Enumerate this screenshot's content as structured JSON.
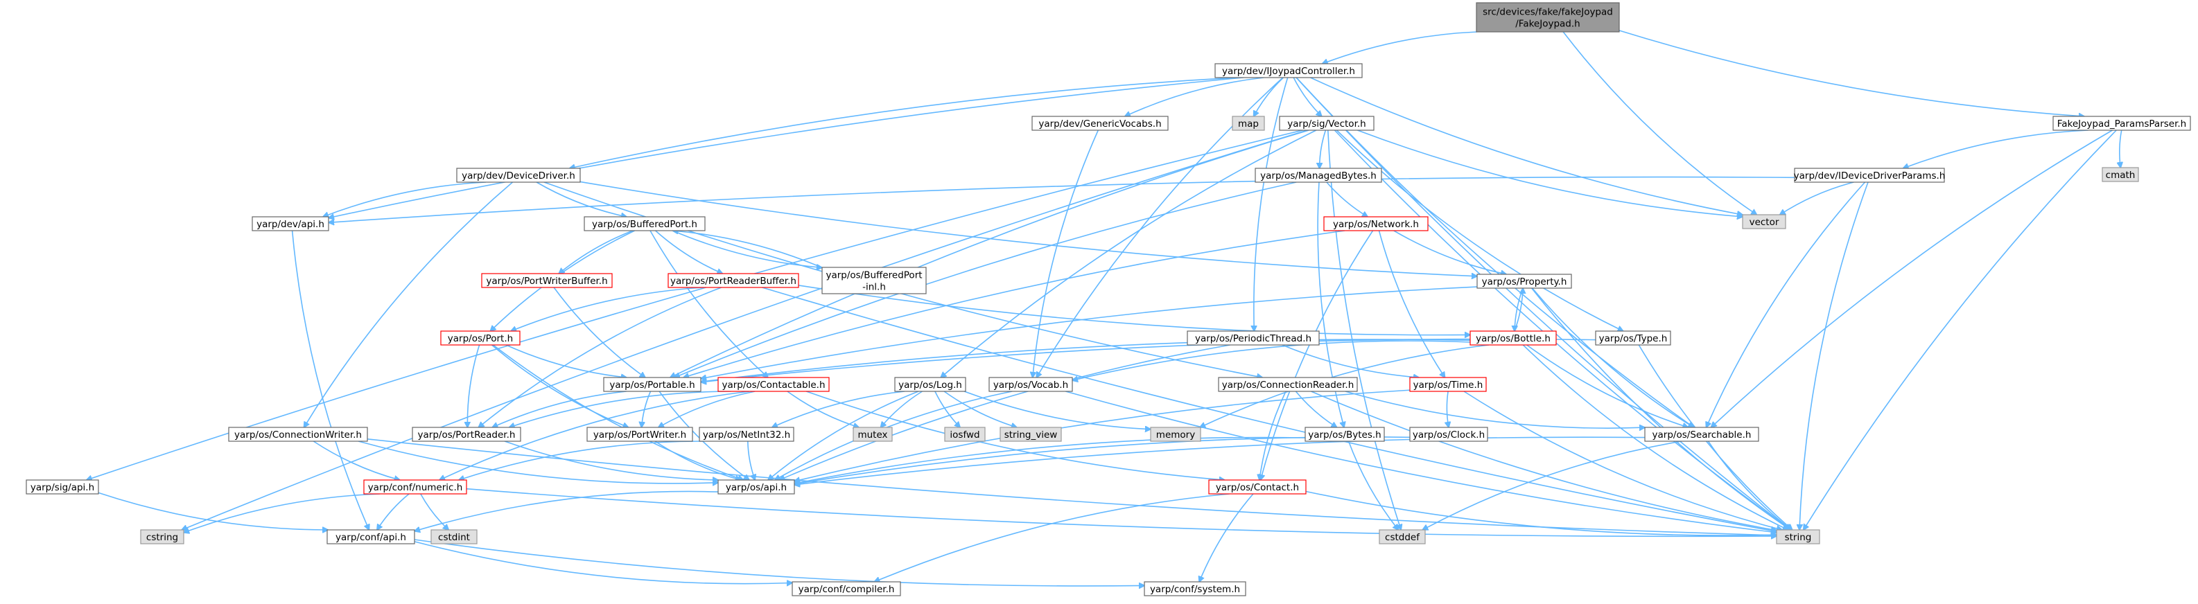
{
  "colors": {
    "edge": "#63b8ff",
    "root_fill": "#999999",
    "root_border": "#666666",
    "normal_border": "#666666",
    "truncated_border": "#ff0000",
    "system_fill": "#e0e0e0",
    "system_border": "#999999",
    "normal_fill": "#ffffff"
  },
  "nodes": [
    {
      "id": "root",
      "lines": [
        "src/devices/fake/fakeJoypad",
        "/FakeJoypad.h"
      ],
      "kind": "root"
    },
    {
      "id": "ijoypad",
      "lines": [
        "yarp/dev/IJoypadController.h"
      ],
      "kind": "normal"
    },
    {
      "id": "params",
      "lines": [
        "FakeJoypad_ParamsParser.h"
      ],
      "kind": "normal"
    },
    {
      "id": "map",
      "lines": [
        "map"
      ],
      "kind": "system"
    },
    {
      "id": "genvocabs",
      "lines": [
        "yarp/dev/GenericVocabs.h"
      ],
      "kind": "normal"
    },
    {
      "id": "sigvector",
      "lines": [
        "yarp/sig/Vector.h"
      ],
      "kind": "normal"
    },
    {
      "id": "cmath",
      "lines": [
        "cmath"
      ],
      "kind": "system"
    },
    {
      "id": "devicedriver",
      "lines": [
        "yarp/dev/DeviceDriver.h"
      ],
      "kind": "normal"
    },
    {
      "id": "managedbytes",
      "lines": [
        "yarp/os/ManagedBytes.h"
      ],
      "kind": "normal"
    },
    {
      "id": "idriverparams",
      "lines": [
        "yarp/dev/IDeviceDriverParams.h"
      ],
      "kind": "normal"
    },
    {
      "id": "vector",
      "lines": [
        "vector"
      ],
      "kind": "system"
    },
    {
      "id": "devapi",
      "lines": [
        "yarp/dev/api.h"
      ],
      "kind": "normal"
    },
    {
      "id": "bufferedport",
      "lines": [
        "yarp/os/BufferedPort.h"
      ],
      "kind": "normal"
    },
    {
      "id": "network",
      "lines": [
        "yarp/os/Network.h"
      ],
      "kind": "truncated"
    },
    {
      "id": "portwriterbuffer",
      "lines": [
        "yarp/os/PortWriterBuffer.h"
      ],
      "kind": "truncated"
    },
    {
      "id": "portreaderbuffer",
      "lines": [
        "yarp/os/PortReaderBuffer.h"
      ],
      "kind": "truncated"
    },
    {
      "id": "bufferedportinl",
      "lines": [
        "yarp/os/BufferedPort",
        "-inl.h"
      ],
      "kind": "normal"
    },
    {
      "id": "property",
      "lines": [
        "yarp/os/Property.h"
      ],
      "kind": "normal"
    },
    {
      "id": "port",
      "lines": [
        "yarp/os/Port.h"
      ],
      "kind": "truncated"
    },
    {
      "id": "periodicthread",
      "lines": [
        "yarp/os/PeriodicThread.h"
      ],
      "kind": "normal"
    },
    {
      "id": "bottle",
      "lines": [
        "yarp/os/Bottle.h"
      ],
      "kind": "truncated"
    },
    {
      "id": "type",
      "lines": [
        "yarp/os/Type.h"
      ],
      "kind": "normal"
    },
    {
      "id": "portable",
      "lines": [
        "yarp/os/Portable.h"
      ],
      "kind": "normal"
    },
    {
      "id": "contactable",
      "lines": [
        "yarp/os/Contactable.h"
      ],
      "kind": "truncated"
    },
    {
      "id": "log",
      "lines": [
        "yarp/os/Log.h"
      ],
      "kind": "normal"
    },
    {
      "id": "vocab",
      "lines": [
        "yarp/os/Vocab.h"
      ],
      "kind": "normal"
    },
    {
      "id": "time",
      "lines": [
        "yarp/os/Time.h"
      ],
      "kind": "truncated"
    },
    {
      "id": "connectionreader",
      "lines": [
        "yarp/os/ConnectionReader.h"
      ],
      "kind": "normal"
    },
    {
      "id": "mutex",
      "lines": [
        "mutex"
      ],
      "kind": "system"
    },
    {
      "id": "iosfwd",
      "lines": [
        "iosfwd"
      ],
      "kind": "system"
    },
    {
      "id": "stringview",
      "lines": [
        "string_view"
      ],
      "kind": "system"
    },
    {
      "id": "memory",
      "lines": [
        "memory"
      ],
      "kind": "system"
    },
    {
      "id": "connectionwriter",
      "lines": [
        "yarp/os/ConnectionWriter.h"
      ],
      "kind": "normal"
    },
    {
      "id": "portreader",
      "lines": [
        "yarp/os/PortReader.h"
      ],
      "kind": "normal"
    },
    {
      "id": "portwriter",
      "lines": [
        "yarp/os/PortWriter.h"
      ],
      "kind": "normal"
    },
    {
      "id": "netint32",
      "lines": [
        "yarp/os/NetInt32.h"
      ],
      "kind": "normal"
    },
    {
      "id": "bytes",
      "lines": [
        "yarp/os/Bytes.h"
      ],
      "kind": "normal"
    },
    {
      "id": "clock",
      "lines": [
        "yarp/os/Clock.h"
      ],
      "kind": "normal"
    },
    {
      "id": "searchable",
      "lines": [
        "yarp/os/Searchable.h"
      ],
      "kind": "normal"
    },
    {
      "id": "sigapi",
      "lines": [
        "yarp/sig/api.h"
      ],
      "kind": "normal"
    },
    {
      "id": "numeric",
      "lines": [
        "yarp/conf/numeric.h"
      ],
      "kind": "truncated"
    },
    {
      "id": "osapi",
      "lines": [
        "yarp/os/api.h"
      ],
      "kind": "normal"
    },
    {
      "id": "contact",
      "lines": [
        "yarp/os/Contact.h"
      ],
      "kind": "truncated"
    },
    {
      "id": "cstring",
      "lines": [
        "cstring"
      ],
      "kind": "system"
    },
    {
      "id": "cstdint",
      "lines": [
        "cstdint"
      ],
      "kind": "system"
    },
    {
      "id": "confapi",
      "lines": [
        "yarp/conf/api.h"
      ],
      "kind": "normal"
    },
    {
      "id": "cstddef",
      "lines": [
        "cstddef"
      ],
      "kind": "system"
    },
    {
      "id": "string",
      "lines": [
        "string"
      ],
      "kind": "system"
    },
    {
      "id": "compiler",
      "lines": [
        "yarp/conf/compiler.h"
      ],
      "kind": "normal"
    },
    {
      "id": "system",
      "lines": [
        "yarp/conf/system.h"
      ],
      "kind": "normal"
    }
  ],
  "edges": [
    [
      "root",
      "ijoypad"
    ],
    [
      "root",
      "params"
    ],
    [
      "root",
      "vector"
    ],
    [
      "ijoypad",
      "map"
    ],
    [
      "ijoypad",
      "genvocabs"
    ],
    [
      "ijoypad",
      "sigvector"
    ],
    [
      "ijoypad",
      "devicedriver"
    ],
    [
      "ijoypad",
      "devapi"
    ],
    [
      "ijoypad",
      "vocab"
    ],
    [
      "ijoypad",
      "periodicthread"
    ],
    [
      "ijoypad",
      "searchable"
    ],
    [
      "ijoypad",
      "vector"
    ],
    [
      "ijoypad",
      "string"
    ],
    [
      "params",
      "cmath"
    ],
    [
      "params",
      "idriverparams"
    ],
    [
      "params",
      "searchable"
    ],
    [
      "params",
      "string"
    ],
    [
      "genvocabs",
      "vocab"
    ],
    [
      "sigvector",
      "managedbytes"
    ],
    [
      "sigvector",
      "sigapi"
    ],
    [
      "sigvector",
      "type"
    ],
    [
      "sigvector",
      "portable"
    ],
    [
      "sigvector",
      "log"
    ],
    [
      "sigvector",
      "cstring"
    ],
    [
      "sigvector",
      "vector"
    ],
    [
      "sigvector",
      "string"
    ],
    [
      "sigvector",
      "cstddef"
    ],
    [
      "devicedriver",
      "devapi"
    ],
    [
      "devicedriver",
      "bufferedport"
    ],
    [
      "devicedriver",
      "property"
    ],
    [
      "devicedriver",
      "connectionwriter"
    ],
    [
      "devicedriver",
      "connectionreader"
    ],
    [
      "managedbytes",
      "network"
    ],
    [
      "managedbytes",
      "bytes"
    ],
    [
      "managedbytes",
      "portable"
    ],
    [
      "idriverparams",
      "devapi"
    ],
    [
      "idriverparams",
      "vector"
    ],
    [
      "idriverparams",
      "searchable"
    ],
    [
      "idriverparams",
      "string"
    ],
    [
      "devapi",
      "confapi"
    ],
    [
      "bufferedport",
      "portwriterbuffer"
    ],
    [
      "bufferedport",
      "portreaderbuffer"
    ],
    [
      "bufferedport",
      "bufferedportinl"
    ],
    [
      "bufferedport",
      "port"
    ],
    [
      "bufferedport",
      "contactable"
    ],
    [
      "bufferedportinl",
      "bufferedport"
    ],
    [
      "network",
      "property"
    ],
    [
      "network",
      "portable"
    ],
    [
      "network",
      "time"
    ],
    [
      "network",
      "contact"
    ],
    [
      "portwriterbuffer",
      "portable"
    ],
    [
      "portreaderbuffer",
      "port"
    ],
    [
      "portreaderbuffer",
      "portreader"
    ],
    [
      "portreaderbuffer",
      "bottle"
    ],
    [
      "portreaderbuffer",
      "string"
    ],
    [
      "property",
      "bottle"
    ],
    [
      "property",
      "portable"
    ],
    [
      "property",
      "searchable"
    ],
    [
      "property",
      "string"
    ],
    [
      "port",
      "portable"
    ],
    [
      "port",
      "portreader"
    ],
    [
      "port",
      "portwriter"
    ],
    [
      "port",
      "osapi"
    ],
    [
      "periodicthread",
      "time"
    ],
    [
      "periodicthread",
      "osapi"
    ],
    [
      "bottle",
      "property"
    ],
    [
      "bottle",
      "portable"
    ],
    [
      "bottle",
      "searchable"
    ],
    [
      "bottle",
      "vocab"
    ],
    [
      "bottle",
      "string"
    ],
    [
      "bottle",
      "memory"
    ],
    [
      "type",
      "portable"
    ],
    [
      "type",
      "string"
    ],
    [
      "portable",
      "portreader"
    ],
    [
      "portable",
      "portwriter"
    ],
    [
      "portable",
      "osapi"
    ],
    [
      "contactable",
      "portreader"
    ],
    [
      "contactable",
      "portwriter"
    ],
    [
      "contactable",
      "contact"
    ],
    [
      "contactable",
      "mutex"
    ],
    [
      "contactable",
      "numeric"
    ],
    [
      "log",
      "mutex"
    ],
    [
      "log",
      "iosfwd"
    ],
    [
      "log",
      "stringview"
    ],
    [
      "log",
      "memory"
    ],
    [
      "log",
      "osapi"
    ],
    [
      "log",
      "netint32"
    ],
    [
      "vocab",
      "osapi"
    ],
    [
      "vocab",
      "string"
    ],
    [
      "time",
      "clock"
    ],
    [
      "time",
      "osapi"
    ],
    [
      "time",
      "string"
    ],
    [
      "connectionreader",
      "bytes"
    ],
    [
      "connectionreader",
      "contact"
    ],
    [
      "connectionreader",
      "searchable"
    ],
    [
      "connectionreader",
      "string"
    ],
    [
      "connectionwriter",
      "numeric"
    ],
    [
      "connectionwriter",
      "osapi"
    ],
    [
      "connectionwriter",
      "string"
    ],
    [
      "portreader",
      "osapi"
    ],
    [
      "portwriter",
      "osapi"
    ],
    [
      "netint32",
      "numeric"
    ],
    [
      "netint32",
      "osapi"
    ],
    [
      "bytes",
      "osapi"
    ],
    [
      "bytes",
      "cstddef"
    ],
    [
      "clock",
      "osapi"
    ],
    [
      "searchable",
      "osapi"
    ],
    [
      "searchable",
      "string"
    ],
    [
      "searchable",
      "cstddef"
    ],
    [
      "sigapi",
      "confapi"
    ],
    [
      "numeric",
      "confapi"
    ],
    [
      "numeric",
      "cstdint"
    ],
    [
      "numeric",
      "cstring"
    ],
    [
      "numeric",
      "string"
    ],
    [
      "osapi",
      "confapi"
    ],
    [
      "contact",
      "compiler"
    ],
    [
      "contact",
      "system"
    ],
    [
      "contact",
      "string"
    ],
    [
      "confapi",
      "compiler"
    ],
    [
      "confapi",
      "system"
    ]
  ]
}
